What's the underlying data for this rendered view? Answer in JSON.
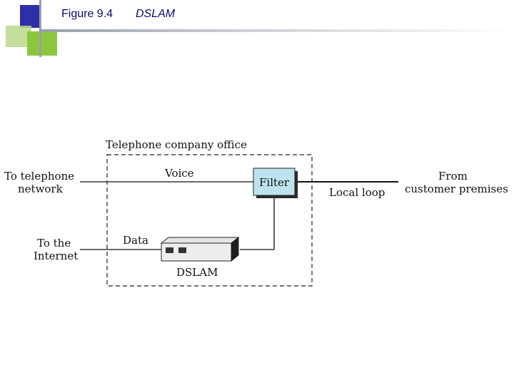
{
  "slide": {
    "figure_number": "Figure 9.4",
    "figure_title": "DSLAM"
  },
  "colors": {
    "title": "#0a0a6e",
    "deco_blue": "#2e2ea8",
    "deco_green": "#8cc63f",
    "deco_light": "#b8d98a",
    "filter_fill": "#bfe3ee"
  },
  "diagram": {
    "office_label": "Telephone company office",
    "voice_label": "Voice",
    "data_label": "Data",
    "filter_label": "Filter",
    "dslam_label": "DSLAM",
    "local_loop_label": "Local loop",
    "left_top": {
      "line1": "To telephone",
      "line2": "network"
    },
    "left_bottom": {
      "line1": "To the",
      "line2": "Internet"
    },
    "right": {
      "line1": "From",
      "line2": "customer premises"
    }
  }
}
